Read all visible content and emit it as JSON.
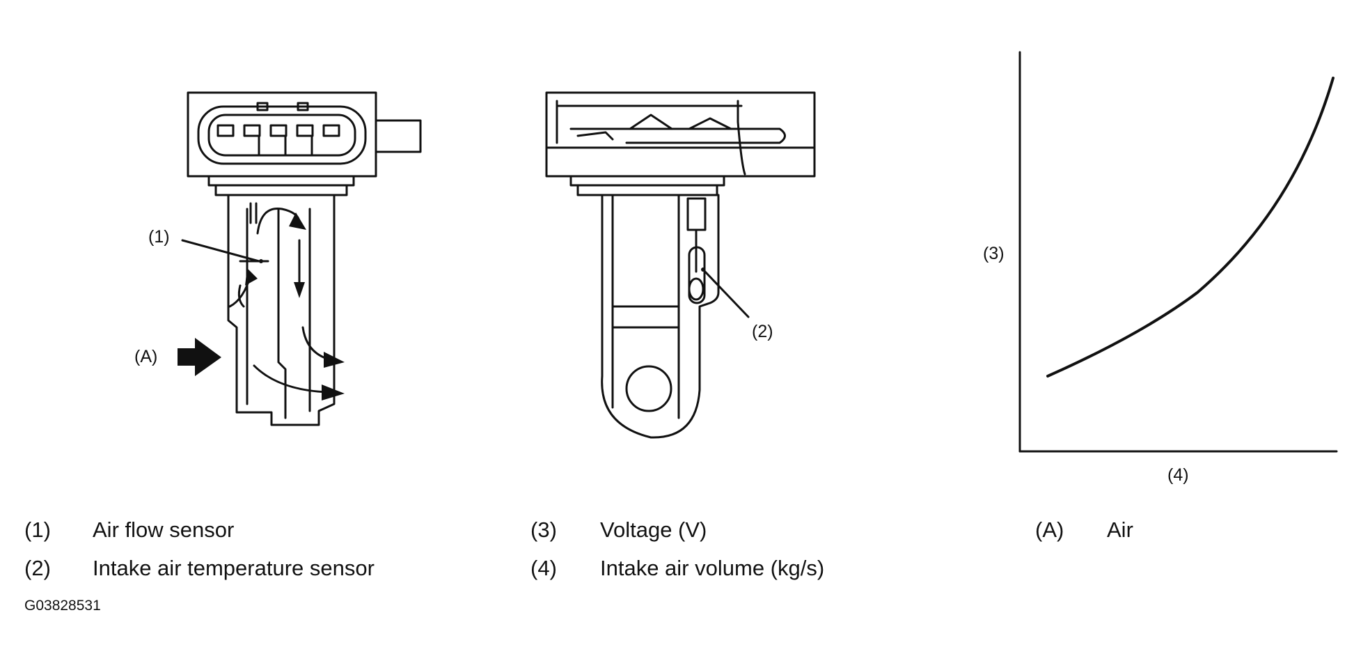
{
  "callouts": {
    "air_flow_sensor": "(1)",
    "intake_air_temp_sensor": "(2)",
    "air_inlet": "(A)"
  },
  "graph": {
    "y_label": "(3)",
    "x_label": "(4)"
  },
  "legend": [
    {
      "num": "(1)",
      "text": "Air flow sensor"
    },
    {
      "num": "(2)",
      "text": "Intake air temperature sensor"
    },
    {
      "num": "(3)",
      "text": "Voltage (V)"
    },
    {
      "num": "(4)",
      "text": "Intake air volume (kg/s)"
    },
    {
      "num": "(A)",
      "text": "Air"
    }
  ],
  "figure_code": "G03828531",
  "colors": {
    "ink": "#111111",
    "background": "#ffffff"
  }
}
